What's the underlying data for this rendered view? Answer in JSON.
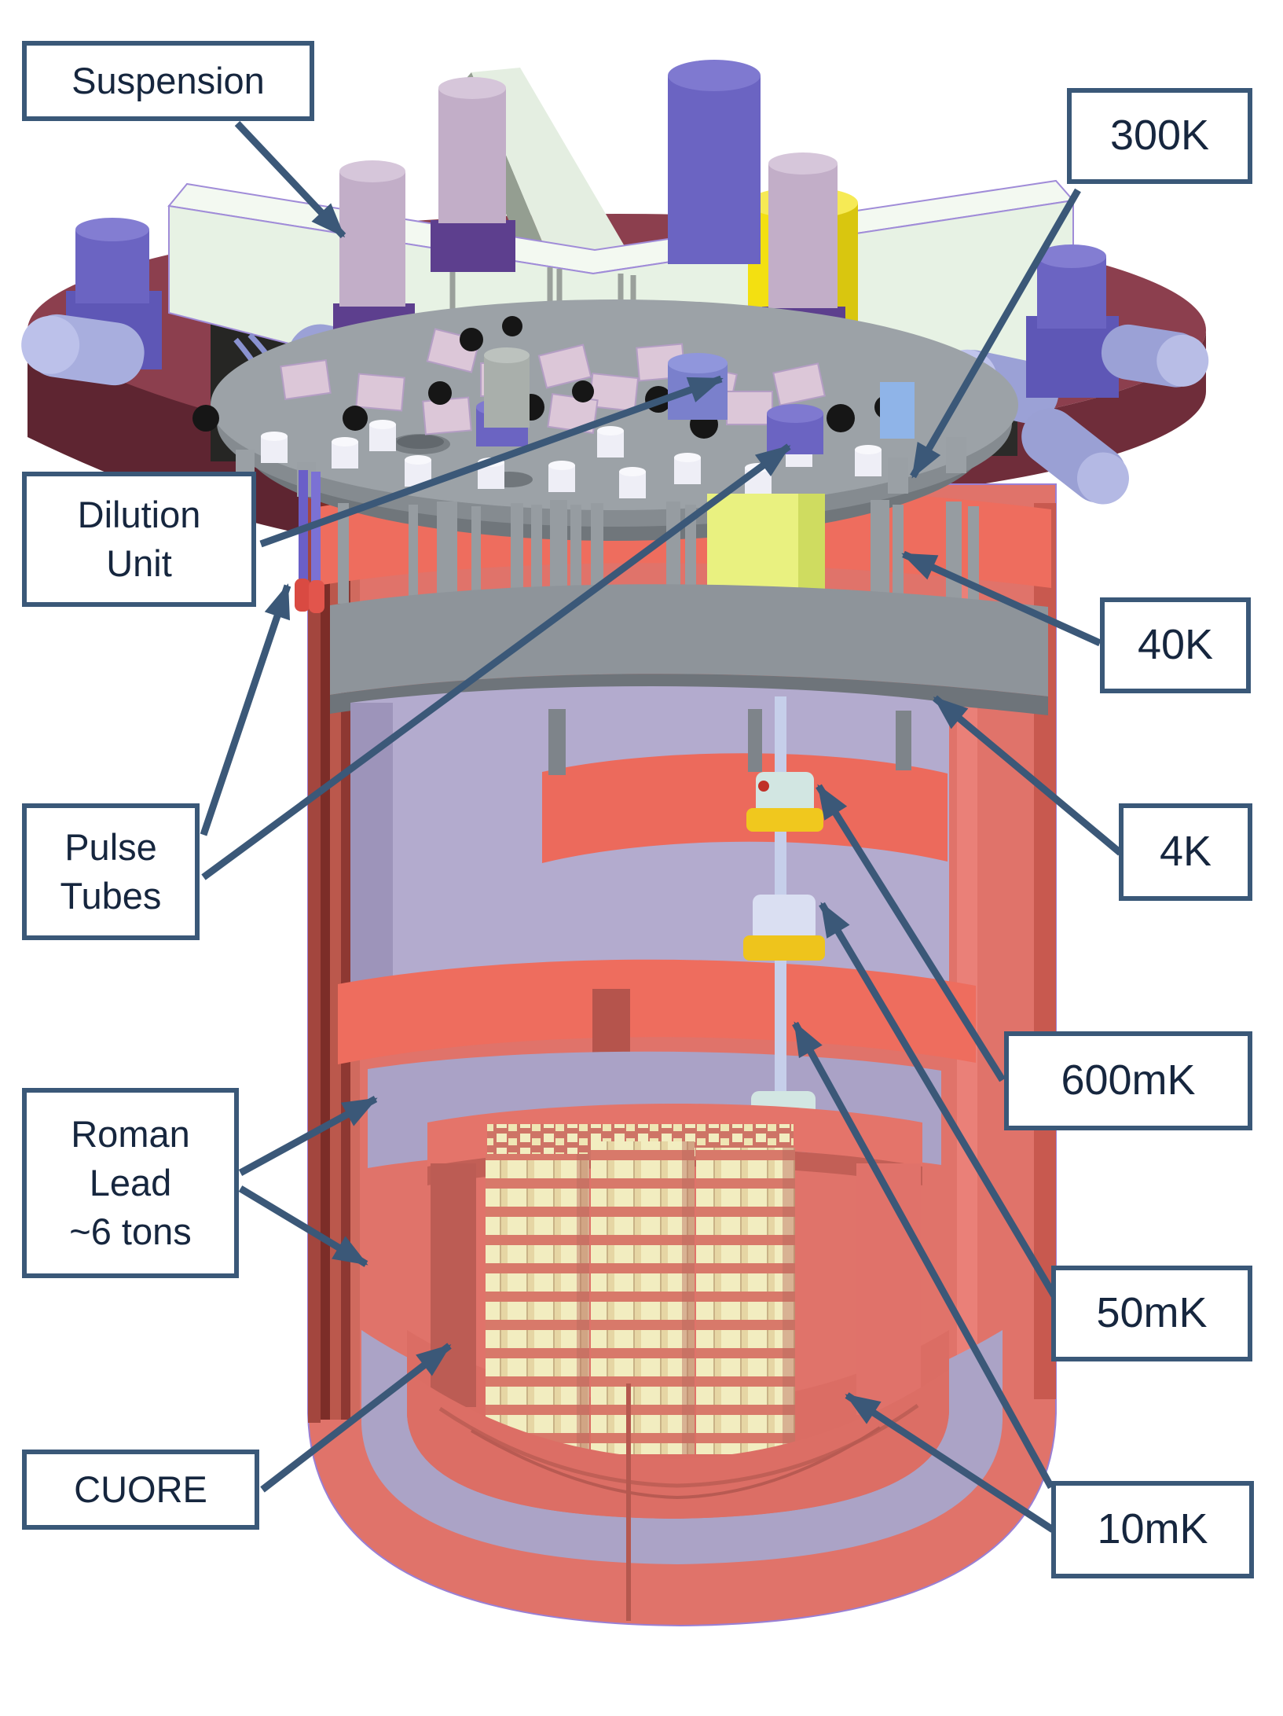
{
  "figure": {
    "subject": "Cryostat cutaway diagram with temperature stages and component callouts"
  },
  "labels": {
    "suspension": "Suspension",
    "t300k": "300K",
    "dilution_unit": "Dilution\nUnit",
    "t40k": "40K",
    "pulse_tubes": "Pulse\nTubes",
    "t4k": "4K",
    "t600mk": "600mK",
    "roman_lead": "Roman\nLead\n~6 tons",
    "t50mk": "50mK",
    "cuore": "CUORE",
    "t10mk": "10mK"
  },
  "colors": {
    "label_border": "#3a5878",
    "label_text": "#16263e",
    "arrow": "#3b5878",
    "outer_vessel_red": "#e0736a",
    "inner_shield_lavender": "#b3abce",
    "top_disk_maroon": "#8c3f4e",
    "suspension_beam_mint": "#e7f2e4",
    "dilution_unit_yellow": "#f3e011",
    "crystal_cream": "#f2edc0",
    "crystal_frame_salmon": "#d8796a",
    "plate_gray": "#9ca2a7",
    "pulse_tube_purple": "#6b64c2"
  }
}
